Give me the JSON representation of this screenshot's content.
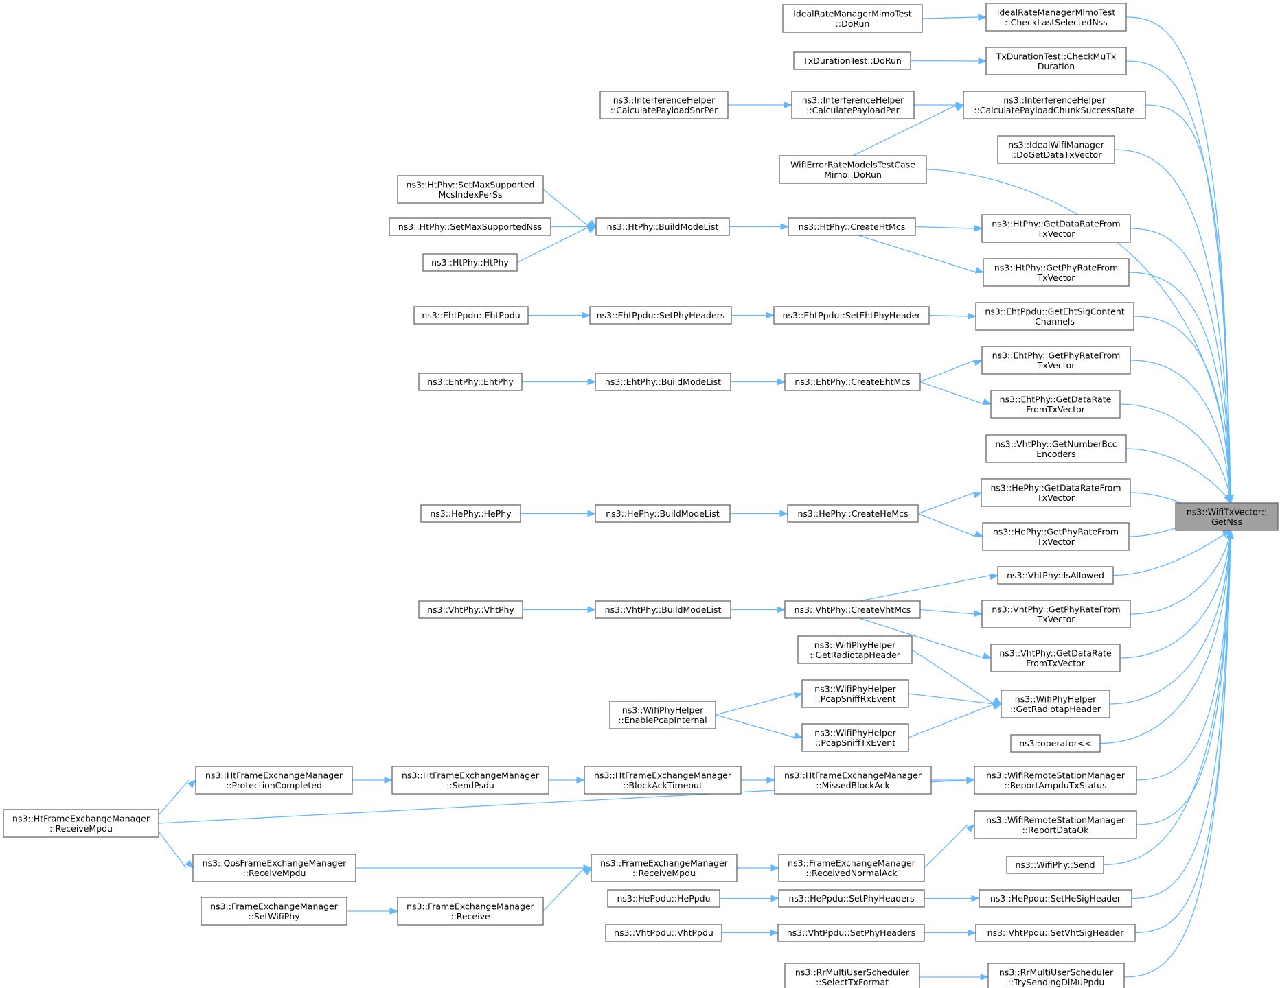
{
  "graph": {
    "target": "getnss",
    "nodes": [
      {
        "id": "getnss",
        "lines": [
          "ns3::WifiTxVector::",
          "GetNss"
        ],
        "target": true
      },
      {
        "id": "idealmimo_check",
        "lines": [
          "IdealRateManagerMimoTest",
          "::CheckLastSelectedNss"
        ]
      },
      {
        "id": "idealmimo_dorun",
        "lines": [
          "IdealRateManagerMimoTest",
          "::DoRun"
        ]
      },
      {
        "id": "txdur_check",
        "lines": [
          "TxDurationTest::CheckMuTx",
          "Duration"
        ]
      },
      {
        "id": "txdur_dorun",
        "lines": [
          "TxDurationTest::DoRun"
        ]
      },
      {
        "id": "ih_chunk",
        "lines": [
          "ns3::InterferenceHelper",
          "::CalculatePayloadChunkSuccessRate"
        ]
      },
      {
        "id": "ih_per",
        "lines": [
          "ns3::InterferenceHelper",
          "::CalculatePayloadPer"
        ]
      },
      {
        "id": "ih_snrper",
        "lines": [
          "ns3::InterferenceHelper",
          "::CalculatePayloadSnrPer"
        ]
      },
      {
        "id": "wifierr_mimo",
        "lines": [
          "WifiErrorRateModelsTestCase",
          "Mimo::DoRun"
        ]
      },
      {
        "id": "idealwifi_dogetdata",
        "lines": [
          "ns3::IdealWifiManager",
          "::DoGetDataTxVector"
        ]
      },
      {
        "id": "ht_setmaxmcs",
        "lines": [
          "ns3::HtPhy::SetMaxSupported",
          "McsIndexPerSs"
        ]
      },
      {
        "id": "ht_setmaxnss",
        "lines": [
          "ns3::HtPhy::SetMaxSupportedNss"
        ]
      },
      {
        "id": "ht_htphy",
        "lines": [
          "ns3::HtPhy::HtPhy"
        ]
      },
      {
        "id": "ht_buildmode",
        "lines": [
          "ns3::HtPhy::BuildModeList"
        ]
      },
      {
        "id": "ht_createmcs",
        "lines": [
          "ns3::HtPhy::CreateHtMcs"
        ]
      },
      {
        "id": "ht_getdata",
        "lines": [
          "ns3::HtPhy::GetDataRateFrom",
          "TxVector"
        ]
      },
      {
        "id": "ht_getphy",
        "lines": [
          "ns3::HtPhy::GetPhyRateFrom",
          "TxVector"
        ]
      },
      {
        "id": "ehtppdu_ehtppdu",
        "lines": [
          "ns3::EhtPpdu::EhtPpdu"
        ]
      },
      {
        "id": "ehtppdu_setphy",
        "lines": [
          "ns3::EhtPpdu::SetPhyHeaders"
        ]
      },
      {
        "id": "ehtppdu_setehtphy",
        "lines": [
          "ns3::EhtPpdu::SetEhtPhyHeader"
        ]
      },
      {
        "id": "ehtppdu_getsig",
        "lines": [
          "ns3::EhtPpdu::GetEhtSigContent",
          "Channels"
        ]
      },
      {
        "id": "eht_ehtphy",
        "lines": [
          "ns3::EhtPhy::EhtPhy"
        ]
      },
      {
        "id": "eht_buildmode",
        "lines": [
          "ns3::EhtPhy::BuildModeList"
        ]
      },
      {
        "id": "eht_createmcs",
        "lines": [
          "ns3::EhtPhy::CreateEhtMcs"
        ]
      },
      {
        "id": "eht_getphy",
        "lines": [
          "ns3::EhtPhy::GetPhyRateFrom",
          "TxVector"
        ]
      },
      {
        "id": "eht_getdata",
        "lines": [
          "ns3::EhtPhy::GetDataRate",
          "FromTxVector"
        ]
      },
      {
        "id": "vht_bcc",
        "lines": [
          "ns3::VhtPhy::GetNumberBcc",
          "Encoders"
        ]
      },
      {
        "id": "he_hephy",
        "lines": [
          "ns3::HePhy::HePhy"
        ]
      },
      {
        "id": "he_buildmode",
        "lines": [
          "ns3::HePhy::BuildModeList"
        ]
      },
      {
        "id": "he_createmcs",
        "lines": [
          "ns3::HePhy::CreateHeMcs"
        ]
      },
      {
        "id": "he_getdata",
        "lines": [
          "ns3::HePhy::GetDataRateFrom",
          "TxVector"
        ]
      },
      {
        "id": "he_getphy",
        "lines": [
          "ns3::HePhy::GetPhyRateFrom",
          "TxVector"
        ]
      },
      {
        "id": "vht_isallowed",
        "lines": [
          "ns3::VhtPhy::IsAllowed"
        ]
      },
      {
        "id": "vht_vhtphy",
        "lines": [
          "ns3::VhtPhy::VhtPhy"
        ]
      },
      {
        "id": "vht_buildmode",
        "lines": [
          "ns3::VhtPhy::BuildModeList"
        ]
      },
      {
        "id": "vht_createmcs",
        "lines": [
          "ns3::VhtPhy::CreateVhtMcs"
        ]
      },
      {
        "id": "vht_getphy",
        "lines": [
          "ns3::VhtPhy::GetPhyRateFrom",
          "TxVector"
        ]
      },
      {
        "id": "vht_getdata",
        "lines": [
          "ns3::VhtPhy::GetDataRate",
          "FromTxVector"
        ]
      },
      {
        "id": "wph_getradiotap_l",
        "lines": [
          "ns3::WifiPhyHelper",
          "::GetRadiotapHeader"
        ]
      },
      {
        "id": "wph_rxevent",
        "lines": [
          "ns3::WifiPhyHelper",
          "::PcapSniffRxEvent"
        ]
      },
      {
        "id": "wph_txevent",
        "lines": [
          "ns3::WifiPhyHelper",
          "::PcapSniffTxEvent"
        ]
      },
      {
        "id": "wph_enablepcap",
        "lines": [
          "ns3::WifiPhyHelper",
          "::EnablePcapInternal"
        ]
      },
      {
        "id": "wph_getradiotap_r",
        "lines": [
          "ns3::WifiPhyHelper",
          "::GetRadiotapHeader"
        ]
      },
      {
        "id": "operator_lshift",
        "lines": [
          "ns3::operator<<"
        ]
      },
      {
        "id": "htfem_protection",
        "lines": [
          "ns3::HtFrameExchangeManager",
          "::ProtectionCompleted"
        ]
      },
      {
        "id": "htfem_sendpsdu",
        "lines": [
          "ns3::HtFrameExchangeManager",
          "::SendPsdu"
        ]
      },
      {
        "id": "htfem_blockack",
        "lines": [
          "ns3::HtFrameExchangeManager",
          "::BlockAckTimeout"
        ]
      },
      {
        "id": "htfem_missed",
        "lines": [
          "ns3::HtFrameExchangeManager",
          "::MissedBlockAck"
        ]
      },
      {
        "id": "wrsm_ampdu",
        "lines": [
          "ns3::WifiRemoteStationManager",
          "::ReportAmpduTxStatus"
        ]
      },
      {
        "id": "htfem_receivempdu",
        "lines": [
          "ns3::HtFrameExchangeManager",
          "::ReceiveMpdu"
        ]
      },
      {
        "id": "wrsm_dataok",
        "lines": [
          "ns3::WifiRemoteStationManager",
          "::ReportDataOk"
        ]
      },
      {
        "id": "qosfem_receivempdu",
        "lines": [
          "ns3::QosFrameExchangeManager",
          "::ReceiveMpdu"
        ]
      },
      {
        "id": "fem_receivempdu",
        "lines": [
          "ns3::FrameExchangeManager",
          "::ReceiveMpdu"
        ]
      },
      {
        "id": "fem_normalack",
        "lines": [
          "ns3::FrameExchangeManager",
          "::ReceivedNormalAck"
        ]
      },
      {
        "id": "wifiphy_send",
        "lines": [
          "ns3::WifiPhy::Send"
        ]
      },
      {
        "id": "fem_setwifiphy",
        "lines": [
          "ns3::FrameExchangeManager",
          "::SetWifiPhy"
        ]
      },
      {
        "id": "fem_receive",
        "lines": [
          "ns3::FrameExchangeManager",
          "::Receive"
        ]
      },
      {
        "id": "heppdu_heppdu",
        "lines": [
          "ns3::HePpdu::HePpdu"
        ]
      },
      {
        "id": "heppdu_setphy",
        "lines": [
          "ns3::HePpdu::SetPhyHeaders"
        ]
      },
      {
        "id": "heppdu_sethesig",
        "lines": [
          "ns3::HePpdu::SetHeSigHeader"
        ]
      },
      {
        "id": "vhtppdu_vhtppdu",
        "lines": [
          "ns3::VhtPpdu::VhtPpdu"
        ]
      },
      {
        "id": "vhtppdu_setphy",
        "lines": [
          "ns3::VhtPpdu::SetPhyHeaders"
        ]
      },
      {
        "id": "vhtppdu_setvhtsig",
        "lines": [
          "ns3::VhtPpdu::SetVhtSigHeader"
        ]
      },
      {
        "id": "rr_selecttx",
        "lines": [
          "ns3::RrMultiUserScheduler",
          "::SelectTxFormat"
        ]
      },
      {
        "id": "rr_trysending",
        "lines": [
          "ns3::RrMultiUserScheduler",
          "::TrySendingDlMuPpdu"
        ]
      }
    ],
    "edges": [
      [
        "idealmimo_check",
        "getnss"
      ],
      [
        "idealmimo_dorun",
        "idealmimo_check"
      ],
      [
        "txdur_check",
        "getnss"
      ],
      [
        "txdur_dorun",
        "txdur_check"
      ],
      [
        "ih_chunk",
        "getnss"
      ],
      [
        "ih_per",
        "ih_chunk"
      ],
      [
        "ih_snrper",
        "ih_per"
      ],
      [
        "wifierr_mimo",
        "ih_chunk"
      ],
      [
        "wifierr_mimo",
        "getnss"
      ],
      [
        "idealwifi_dogetdata",
        "getnss"
      ],
      [
        "ht_setmaxmcs",
        "ht_buildmode"
      ],
      [
        "ht_setmaxnss",
        "ht_buildmode"
      ],
      [
        "ht_htphy",
        "ht_buildmode"
      ],
      [
        "ht_buildmode",
        "ht_createmcs"
      ],
      [
        "ht_createmcs",
        "ht_getdata"
      ],
      [
        "ht_createmcs",
        "ht_getphy"
      ],
      [
        "ht_getdata",
        "getnss"
      ],
      [
        "ht_getphy",
        "getnss"
      ],
      [
        "ehtppdu_ehtppdu",
        "ehtppdu_setphy"
      ],
      [
        "ehtppdu_setphy",
        "ehtppdu_setehtphy"
      ],
      [
        "ehtppdu_setehtphy",
        "ehtppdu_getsig"
      ],
      [
        "ehtppdu_getsig",
        "getnss"
      ],
      [
        "eht_ehtphy",
        "eht_buildmode"
      ],
      [
        "eht_buildmode",
        "eht_createmcs"
      ],
      [
        "eht_createmcs",
        "eht_getphy"
      ],
      [
        "eht_createmcs",
        "eht_getdata"
      ],
      [
        "eht_getphy",
        "getnss"
      ],
      [
        "eht_getdata",
        "getnss"
      ],
      [
        "vht_bcc",
        "getnss"
      ],
      [
        "he_hephy",
        "he_buildmode"
      ],
      [
        "he_buildmode",
        "he_createmcs"
      ],
      [
        "he_createmcs",
        "he_getdata"
      ],
      [
        "he_createmcs",
        "he_getphy"
      ],
      [
        "he_getdata",
        "getnss"
      ],
      [
        "he_getphy",
        "getnss"
      ],
      [
        "vht_isallowed",
        "getnss"
      ],
      [
        "vht_vhtphy",
        "vht_buildmode"
      ],
      [
        "vht_buildmode",
        "vht_createmcs"
      ],
      [
        "vht_createmcs",
        "vht_isallowed"
      ],
      [
        "vht_createmcs",
        "vht_getphy"
      ],
      [
        "vht_createmcs",
        "vht_getdata"
      ],
      [
        "vht_getphy",
        "getnss"
      ],
      [
        "vht_getdata",
        "getnss"
      ],
      [
        "wph_getradiotap_l",
        "wph_getradiotap_r"
      ],
      [
        "wph_rxevent",
        "wph_getradiotap_r"
      ],
      [
        "wph_txevent",
        "wph_getradiotap_r"
      ],
      [
        "wph_enablepcap",
        "wph_rxevent"
      ],
      [
        "wph_enablepcap",
        "wph_txevent"
      ],
      [
        "wph_getradiotap_r",
        "getnss"
      ],
      [
        "operator_lshift",
        "getnss"
      ],
      [
        "htfem_receivempdu",
        "htfem_protection"
      ],
      [
        "htfem_protection",
        "htfem_sendpsdu"
      ],
      [
        "htfem_sendpsdu",
        "htfem_blockack"
      ],
      [
        "htfem_blockack",
        "htfem_missed"
      ],
      [
        "htfem_missed",
        "wrsm_ampdu"
      ],
      [
        "htfem_receivempdu",
        "wrsm_ampdu"
      ],
      [
        "htfem_receivempdu",
        "qosfem_receivempdu"
      ],
      [
        "wrsm_ampdu",
        "getnss"
      ],
      [
        "wrsm_dataok",
        "getnss"
      ],
      [
        "qosfem_receivempdu",
        "fem_receivempdu"
      ],
      [
        "fem_receive",
        "fem_receivempdu"
      ],
      [
        "fem_setwifiphy",
        "fem_receive"
      ],
      [
        "fem_receivempdu",
        "fem_normalack"
      ],
      [
        "fem_normalack",
        "wrsm_dataok"
      ],
      [
        "wifiphy_send",
        "getnss"
      ],
      [
        "heppdu_heppdu",
        "heppdu_setphy"
      ],
      [
        "heppdu_setphy",
        "heppdu_sethesig"
      ],
      [
        "heppdu_sethesig",
        "getnss"
      ],
      [
        "vhtppdu_vhtppdu",
        "vhtppdu_setphy"
      ],
      [
        "vhtppdu_setphy",
        "vhtppdu_setvhtsig"
      ],
      [
        "vhtppdu_setvhtsig",
        "getnss"
      ],
      [
        "rr_selecttx",
        "rr_trysending"
      ],
      [
        "rr_trysending",
        "getnss"
      ]
    ]
  }
}
